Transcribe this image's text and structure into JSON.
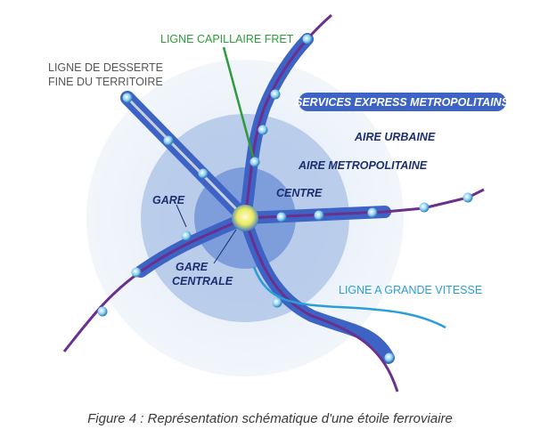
{
  "zones": {
    "outer": "AIRE URBAINE",
    "middle": "AIRE METROPOLITAINE",
    "center": "CENTRE"
  },
  "labels": {
    "capillaire": "LIGNE CAPILLAIRE FRET",
    "desserte_line1": "LIGNE DE DESSERTE",
    "desserte_line2": "FINE DU TERRITOIRE",
    "services_express": "SERVICES EXPRESS METROPOLITAINS",
    "gare": "GARE",
    "gare_centrale_line1": "GARE",
    "gare_centrale_line2": "CENTRALE",
    "lgv": "LIGNE A GRANDE VITESSE"
  },
  "caption": "Figure 4 : Représentation schématique d'une étoile ferroviaire",
  "colors": {
    "zone_outer": "#dfe9f6",
    "zone_middle": "#a9c0e6",
    "zone_center": "#7e9edb",
    "express_band": "#3d63c4",
    "track": "#6a2f8f",
    "fret": "#2e9a3b",
    "lgv": "#2a9fd6",
    "desserte_band": "#3d63c4",
    "station": "#8ad0f0",
    "hub": "#f5f07a"
  }
}
